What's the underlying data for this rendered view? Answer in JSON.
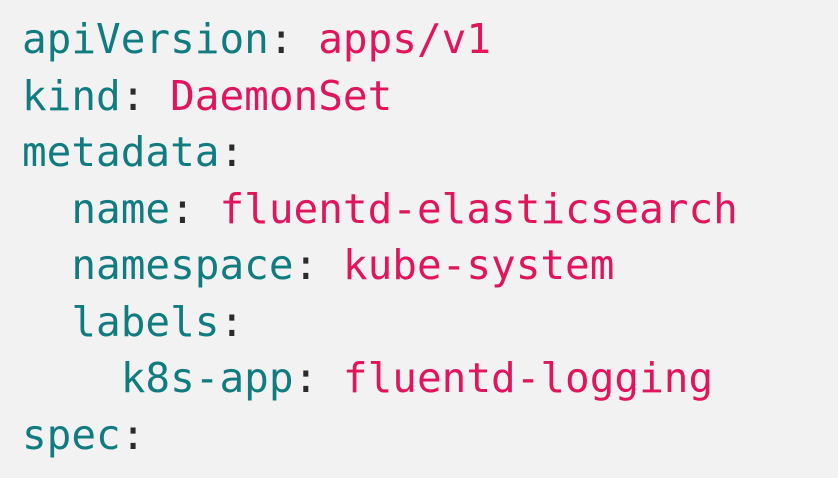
{
  "page": {
    "background": "#f2f2f3"
  },
  "code": {
    "language": "yaml",
    "colors": {
      "key": "#117c80",
      "value": "#e0155c",
      "punctuation": "#2b2b2b"
    },
    "lines": [
      {
        "indent": 0,
        "key": "apiVersion",
        "separator": ":",
        "value": "apps/v1"
      },
      {
        "indent": 0,
        "key": "kind",
        "separator": ":",
        "value": "DaemonSet"
      },
      {
        "indent": 0,
        "key": "metadata",
        "separator": ":",
        "value": ""
      },
      {
        "indent": 2,
        "key": "name",
        "separator": ":",
        "value": "fluentd-elasticsearch"
      },
      {
        "indent": 2,
        "key": "namespace",
        "separator": ":",
        "value": "kube-system"
      },
      {
        "indent": 2,
        "key": "labels",
        "separator": ":",
        "value": ""
      },
      {
        "indent": 4,
        "key": "k8s-app",
        "separator": ":",
        "value": "fluentd-logging"
      },
      {
        "indent": 0,
        "key": "spec",
        "separator": ":",
        "value": ""
      }
    ]
  }
}
